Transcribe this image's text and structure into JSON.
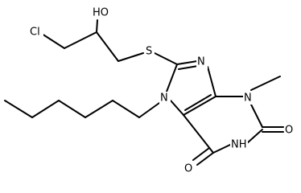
{
  "molecule": {
    "atoms": {
      "Cl": "Cl",
      "OH": "HO",
      "S": "S",
      "N_imidazole_top": "N",
      "N_imidazole_hexyl": "N",
      "N_methyl": "N",
      "NH": "NH",
      "O_right": "O",
      "O_bottom": "O"
    }
  },
  "colors": {
    "bond": "#000000",
    "background": "#ffffff"
  }
}
